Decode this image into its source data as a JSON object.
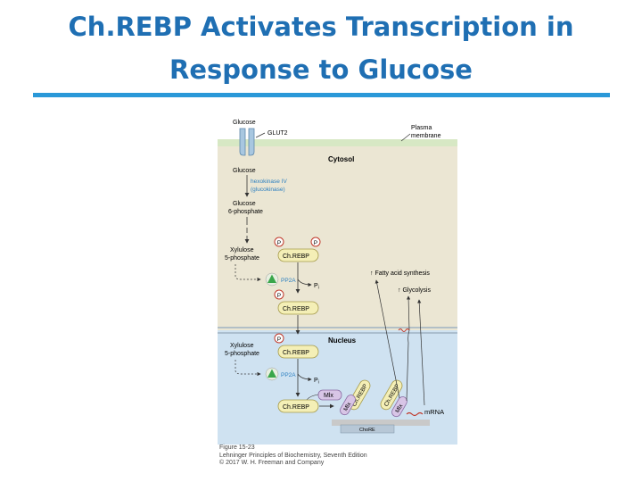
{
  "slide": {
    "title_line1": "Ch.REBP Activates Transcription in",
    "title_line2": "Response to Glucose",
    "title_color": "#1f6fb3",
    "rule_color": "#2a98d8"
  },
  "figure": {
    "labels": {
      "glucose_top": "Glucose",
      "glut2": "GLUT2",
      "plasma": "Plasma",
      "membrane": "membrane",
      "cytosol": "Cytosol",
      "glucose_mid": "Glucose",
      "hexokinase": "hexokinase IV",
      "glucokinase": "(glucokinase)",
      "g6p_1": "Glucose",
      "g6p_2": "6-phosphate",
      "xylulose1_1": "Xylulose",
      "xylulose1_2": "5-phosphate",
      "p": "P",
      "chrebp": "Ch.REBP",
      "pp2a": "PP2A",
      "pi": "Pi",
      "fatty_acid": "Fatty acid synthesis",
      "glycolysis": "Glycolysis",
      "nucleus": "Nucleus",
      "xylulose2_1": "Xylulose",
      "xylulose2_2": "5-phosphate",
      "mlx": "Mlx",
      "mrna": "mRNA",
      "chore": "ChoRE"
    },
    "colors": {
      "cytosol": "#ebe6d3",
      "nucleus": "#cfe2f1",
      "membrane": "#d7e8c4",
      "protein": "#f4efb6",
      "protein_stroke": "#a59a4a",
      "phosphate_stroke": "#c0392b",
      "pp2a_fill": "#3aa64a",
      "pp2a_text": "#2b7fc0",
      "mlx_fill": "#d8c5e6",
      "enzyme_text": "#2b7fc0",
      "dna": "#c9c9c9"
    }
  },
  "caption": {
    "line1": "Figure 15-23",
    "line2": "Lehninger Principles of Biochemistry, Seventh Edition",
    "line3": "© 2017 W. H. Freeman and Company"
  }
}
